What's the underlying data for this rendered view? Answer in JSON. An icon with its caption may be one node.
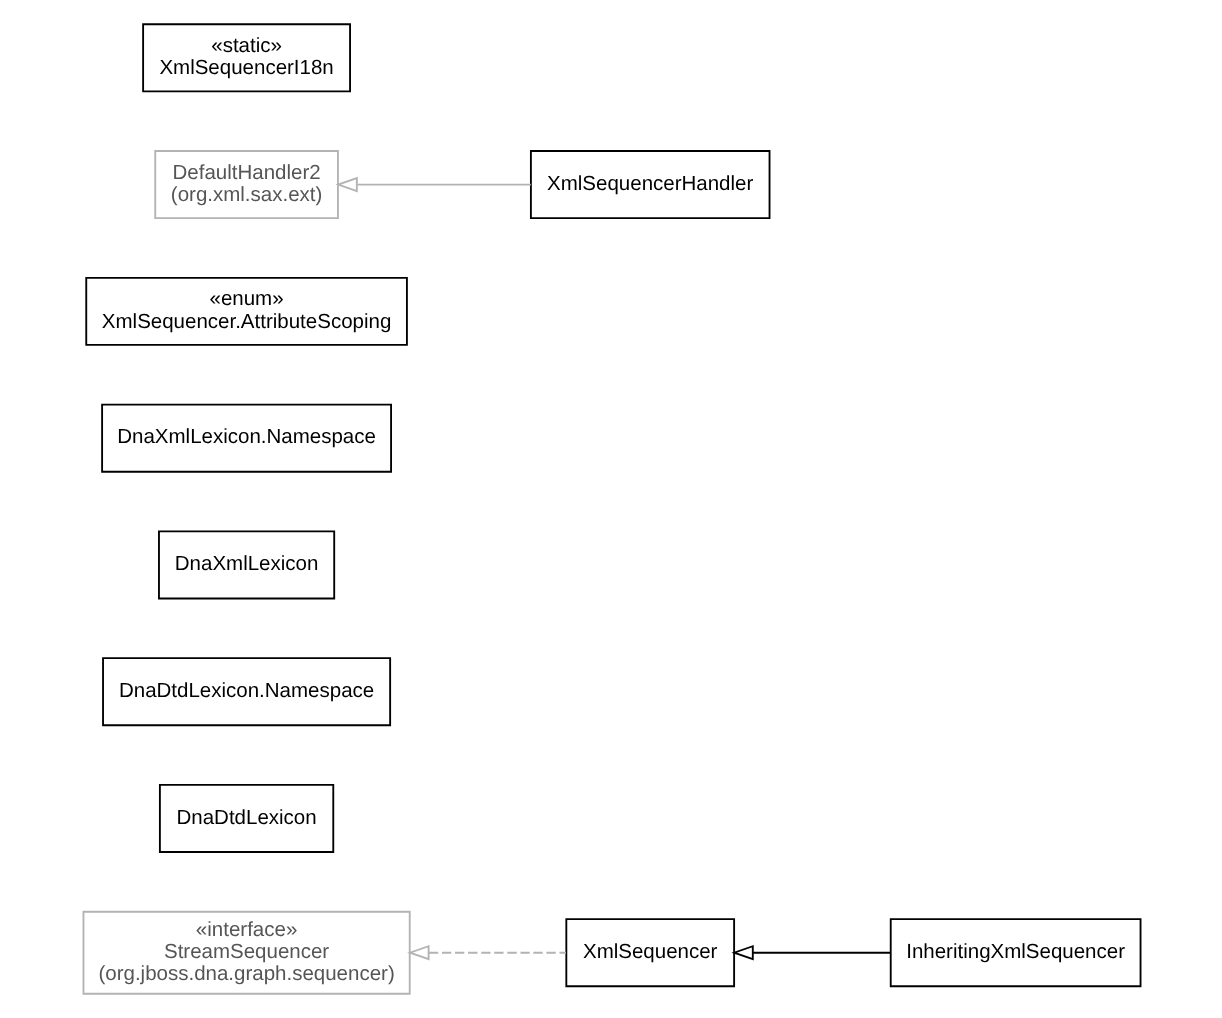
{
  "diagram": {
    "nodes": [
      {
        "text": [
          "«static»",
          "XmlSequencerI18n"
        ]
      },
      {
        "text": [
          "DefaultHandler2",
          "(org.xml.sax.ext)"
        ]
      },
      {
        "text": [
          "XmlSequencerHandler"
        ]
      },
      {
        "text": [
          "«enum»",
          "XmlSequencer.AttributeScoping"
        ]
      },
      {
        "text": [
          "DnaXmlLexicon.Namespace"
        ]
      },
      {
        "text": [
          "DnaXmlLexicon"
        ]
      },
      {
        "text": [
          "DnaDtdLexicon.Namespace"
        ]
      },
      {
        "text": [
          "DnaDtdLexicon"
        ]
      },
      {
        "text": [
          "«interface»",
          "StreamSequencer",
          "(org.jboss.dna.graph.sequencer)"
        ]
      },
      {
        "text": [
          "XmlSequencer"
        ]
      },
      {
        "text": [
          "InheritingXmlSequencer"
        ]
      }
    ],
    "edges": [
      {
        "from": 2,
        "to": 1,
        "arrow": "to"
      },
      {
        "from": 9,
        "to": 8,
        "arrow": "to",
        "style": "dashed"
      },
      {
        "from": 10,
        "to": 9,
        "arrow": "to",
        "color": "#000000"
      }
    ]
  }
}
